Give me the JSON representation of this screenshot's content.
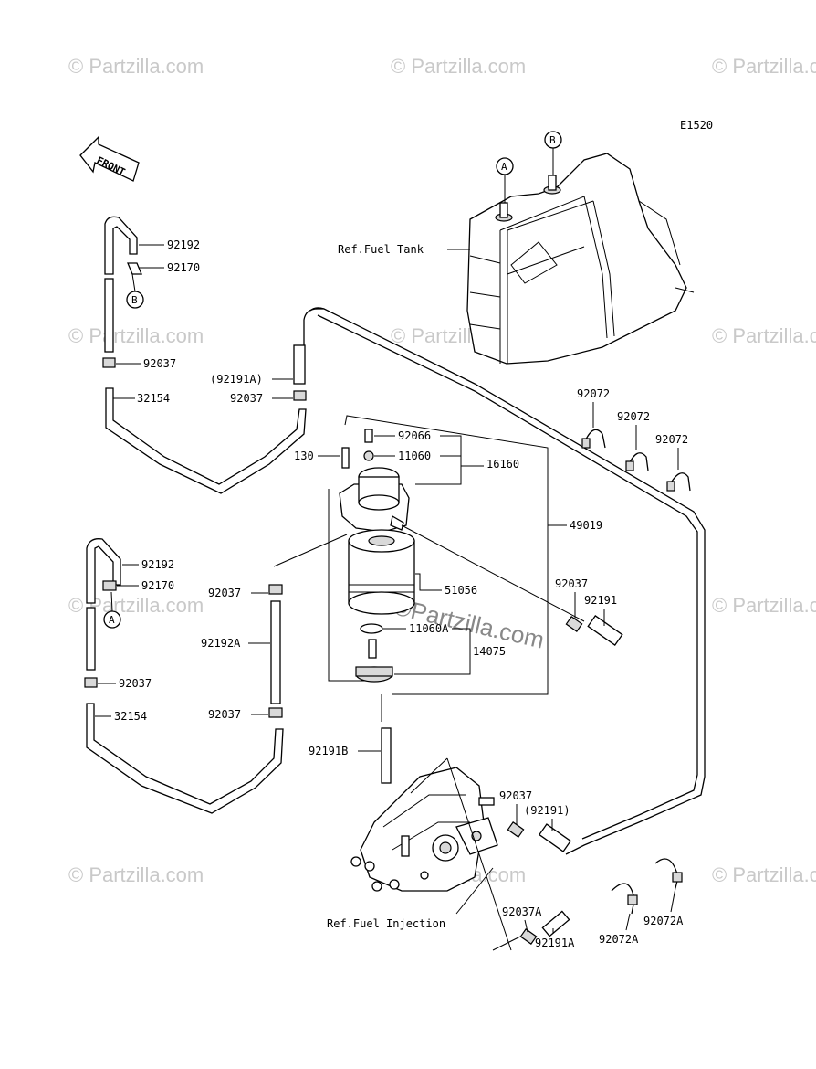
{
  "diagram_code": "E1520",
  "front_label": "FRONT",
  "watermark": "© Partzilla.com",
  "watermark_center": "©Partzilla.com",
  "callouts": {
    "a_label": "A",
    "b_label": "B"
  },
  "references": {
    "fuel_tank": "Ref.Fuel Tank",
    "fuel_injection": "Ref.Fuel Injection"
  },
  "parts": {
    "p92192_top": "92192",
    "p92170_top": "92170",
    "p92037_top_left": "92037",
    "p92191A_paren": "(92191A)",
    "p92037_top_mid": "92037",
    "p32154_top": "32154",
    "p92066": "92066",
    "p130": "130",
    "p11060": "11060",
    "p16160": "16160",
    "p92072_1": "92072",
    "p92072_2": "92072",
    "p92072_3": "92072",
    "p49019": "49019",
    "p92192_low": "92192",
    "p92170_low": "92170",
    "p92037_mid_left": "92037",
    "p51056": "51056",
    "p92037_right": "92037",
    "p92191_right": "92191",
    "p92192A": "92192A",
    "p11060A": "11060A",
    "p14075": "14075",
    "p92037_low_left": "92037",
    "p32154_low": "32154",
    "p92037_low_mid": "92037",
    "p92191B": "92191B",
    "p92037_pump": "92037",
    "p92191_paren": "(92191)",
    "p92037A": "92037A",
    "p92191A": "92191A",
    "p92072A_left": "92072A",
    "p92072A_right": "92072A"
  }
}
